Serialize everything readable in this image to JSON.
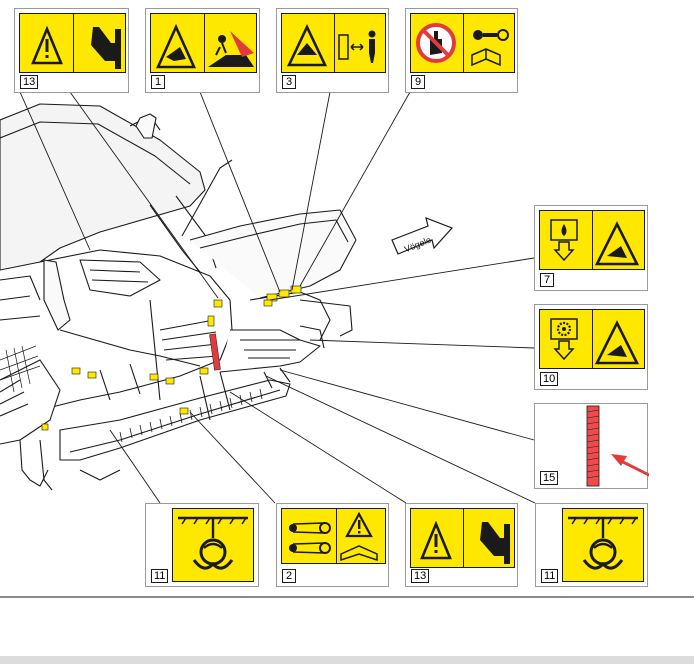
{
  "diagram": {
    "brand_arrow_text": "Vögele",
    "decals": [
      {
        "id": "top-1",
        "number": "13",
        "symbols": [
          "warning-triangle-icon",
          "hand-crush-icon"
        ]
      },
      {
        "id": "top-2",
        "number": "1",
        "symbols": [
          "warning-triangle-icon",
          "person-run-over-icon"
        ]
      },
      {
        "id": "top-3",
        "number": "3",
        "symbols": [
          "warning-triangle-icon",
          "keep-distance-icon"
        ]
      },
      {
        "id": "top-4",
        "number": "9",
        "symbols": [
          "no-touch-icon",
          "key-manual-icon"
        ]
      },
      {
        "id": "right-1",
        "number": "7",
        "symbols": [
          "fuel-drop-icon",
          "warning-crush-icon"
        ]
      },
      {
        "id": "right-2",
        "number": "10",
        "symbols": [
          "gear-icon",
          "warning-crush-icon"
        ]
      },
      {
        "id": "right-3",
        "number": "15",
        "symbols": [
          "reflective-strip-icon"
        ]
      },
      {
        "id": "bottom-1",
        "number": "11",
        "symbols": [
          "lifting-hook-icon"
        ]
      },
      {
        "id": "bottom-2",
        "number": "2",
        "symbols": [
          "belt-manual-icon",
          "warning-triangle-icon"
        ]
      },
      {
        "id": "bottom-3",
        "number": "13",
        "symbols": [
          "warning-triangle-icon",
          "hand-crush-icon"
        ]
      },
      {
        "id": "bottom-4",
        "number": "11",
        "symbols": [
          "lifting-hook-icon"
        ]
      }
    ]
  },
  "colors": {
    "decal_yellow": "#ffe800",
    "highlight_red": "#e23b3b",
    "reflective_red": "#ef4b4b",
    "line": "#1a1a1a"
  }
}
